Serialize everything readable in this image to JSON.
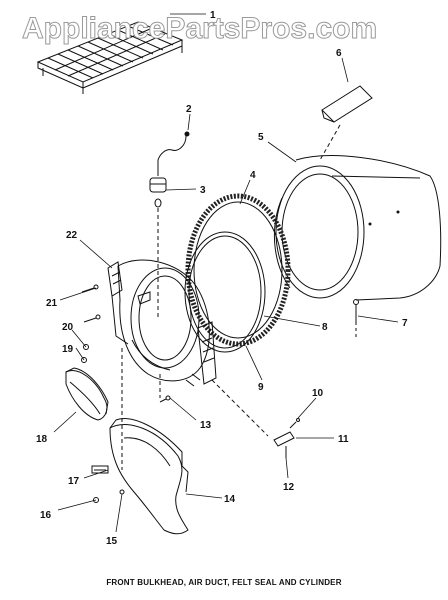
{
  "watermark": "AppliancePartsPros.com",
  "caption": "FRONT BULKHEAD, AIR DUCT, FELT SEAL AND CYLINDER",
  "callouts": [
    "1",
    "2",
    "3",
    "4",
    "5",
    "6",
    "7",
    "8",
    "9",
    "10",
    "11",
    "12",
    "13",
    "14",
    "15",
    "16",
    "17",
    "18",
    "19",
    "20",
    "21",
    "22"
  ]
}
